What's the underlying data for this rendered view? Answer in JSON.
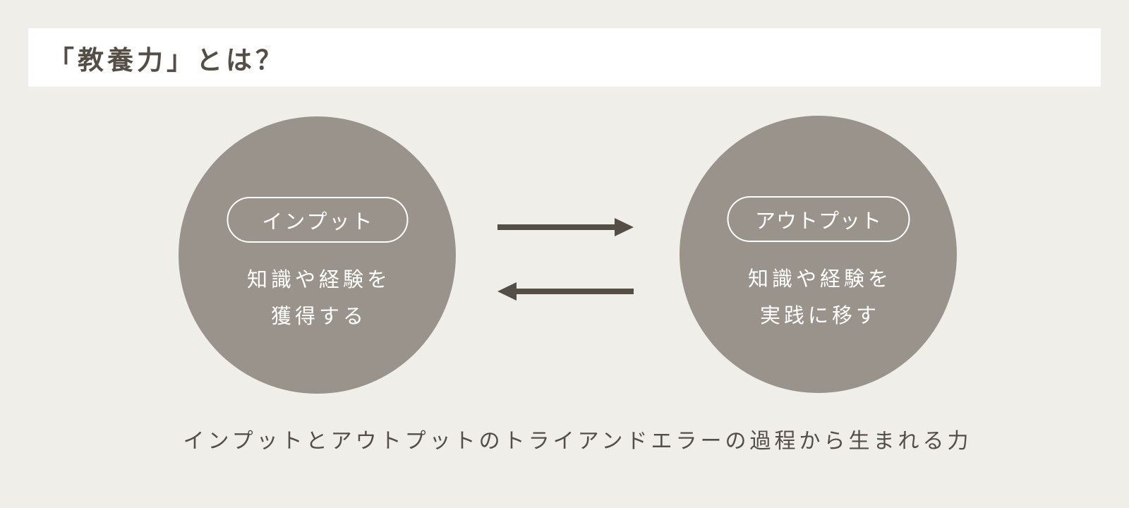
{
  "colors": {
    "background": "#f0eee9",
    "panel": "#ffffff",
    "circle": "#99938b",
    "dark": "#554e46",
    "white": "#ffffff"
  },
  "header": {
    "title": "「教養力」とは？"
  },
  "diagram": {
    "left_circle": {
      "badge": "インプット",
      "line1": "知識や経験を",
      "line2": "獲得する"
    },
    "right_circle": {
      "badge": "アウトプット",
      "line1": "知識や経験を",
      "line2": "実践に移す"
    },
    "arrows": {
      "top_direction": "right",
      "bottom_direction": "left"
    }
  },
  "caption": "インプットとアウトプットのトライアンドエラーの過程から生まれる力"
}
